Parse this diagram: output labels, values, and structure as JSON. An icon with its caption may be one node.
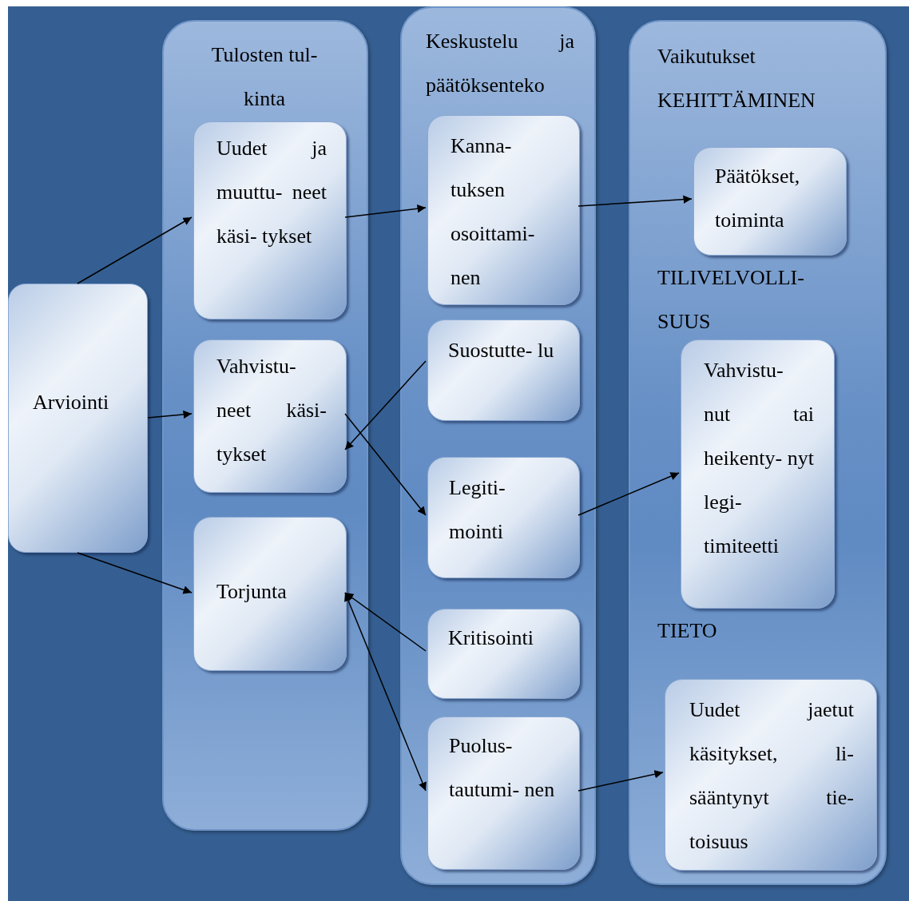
{
  "diagram": {
    "nodes": [
      {
        "text": [
          "Arviointi"
        ]
      },
      {
        "text": [
          "Tulosten tul- kinta"
        ]
      },
      {
        "text": [
          "Uudet ja muuttu- neet käsi- tykset"
        ],
        "in": 1
      },
      {
        "text": [
          "Vahvistu- neet käsi- tykset"
        ],
        "in": 1
      },
      {
        "text": [
          "Torjunta"
        ],
        "in": 1
      },
      {
        "text": [
          "Keskustelu ja päätöksenteko"
        ]
      },
      {
        "text": [
          "Kanna- tuksen osoittami- nen"
        ],
        "in": 5
      },
      {
        "text": [
          "Suostutte- lu"
        ],
        "in": 5
      },
      {
        "text": [
          "Legiti- mointi"
        ],
        "in": 5
      },
      {
        "text": [
          "Kritisointi"
        ],
        "in": 5
      },
      {
        "text": [
          "Puolus- tautumi- nen"
        ],
        "in": 5
      },
      {
        "text": [
          "Vaikutukset",
          "KEHITTÄMINEN",
          "TILIVELVOLLI- SUUS",
          "TIETO"
        ]
      },
      {
        "text": [
          "Päätökset, toiminta"
        ],
        "in": 11
      },
      {
        "text": [
          "Vahvistu- nut tai heikenty- nyt legi- timiteetti"
        ],
        "in": 11
      },
      {
        "text": [
          "Uudet jaetut käsitykset, li- sääntynyt tie- toisuus"
        ],
        "in": 11
      }
    ],
    "edges": [
      {
        "from": 0,
        "to": 2,
        "arrow": "to"
      },
      {
        "from": 0,
        "to": 3,
        "arrow": "to"
      },
      {
        "from": 0,
        "to": 4,
        "arrow": "to"
      },
      {
        "from": 2,
        "to": 6,
        "arrow": "to"
      },
      {
        "from": 6,
        "to": 12,
        "arrow": "to"
      },
      {
        "from": 7,
        "to": 3,
        "arrow": "to"
      },
      {
        "from": 3,
        "to": 8,
        "arrow": "to"
      },
      {
        "from": 8,
        "to": 13,
        "arrow": "to"
      },
      {
        "from": 9,
        "to": 4,
        "arrow": "to"
      },
      {
        "from": 4,
        "to": 10,
        "arrow": "both"
      },
      {
        "from": 10,
        "to": 14,
        "arrow": "to"
      }
    ]
  }
}
